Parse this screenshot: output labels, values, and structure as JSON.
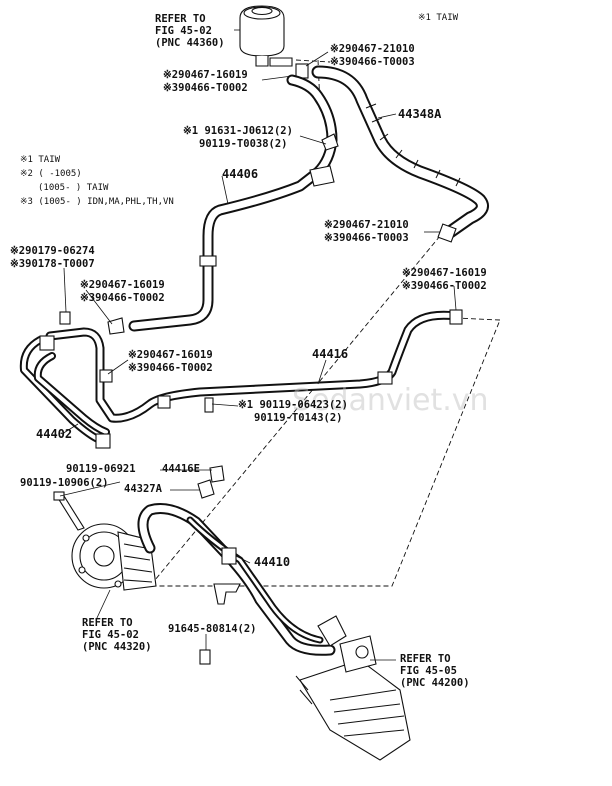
{
  "header": {
    "taiw_note": "※1 TAIW"
  },
  "legend": {
    "line1": "※1 TAIW",
    "line2": "※2 (   -1005)",
    "line3": "(1005-    ) TAIW",
    "line4": "※3 (1005-    ) IDN,MA,PHL,TH,VN"
  },
  "labels": {
    "refer_reservoir": [
      "REFER TO",
      "FIG 45-02",
      "(PNC 44360)"
    ],
    "refer_pump": [
      "REFER TO",
      "FIG 45-02",
      "(PNC 44320)"
    ],
    "refer_gear": [
      "REFER TO",
      "FIG 45-05",
      "(PNC 44200)"
    ],
    "clamp_top_right": [
      "※290467-21010",
      "※390466-T0003"
    ],
    "clamp_top_left": [
      "※290467-16019",
      "※390466-T0002"
    ],
    "bolt_top": [
      "※1 91631-J0612(2)",
      "90119-T0038(2)"
    ],
    "part_44348A": "44348A",
    "part_44406": "44406",
    "clamp_mid_right": [
      "※290467-21010",
      "※390466-T0003"
    ],
    "clamp_left": [
      "※290179-06274",
      "※390178-T0007"
    ],
    "clamp_left_mid": [
      "※290467-16019",
      "※390466-T0002"
    ],
    "clamp_right_mid": [
      "※290467-16019",
      "※390466-T0002"
    ],
    "part_44416": "44416",
    "clamp_lower_mid": [
      "※290467-16019",
      "※390466-T0002"
    ],
    "bolt_mid": [
      "※1 90119-06423(2)",
      "90119-T0143(2)"
    ],
    "part_44402": "44402",
    "bolt_pump1": "90119-06921",
    "part_44416E": "44416E",
    "bolt_pump2": "90119-10906(2)",
    "part_44327A": "44327A",
    "part_44410": "44410",
    "bolt_bottom": "91645-80814(2)"
  },
  "watermark": "Sedanviet.vn"
}
